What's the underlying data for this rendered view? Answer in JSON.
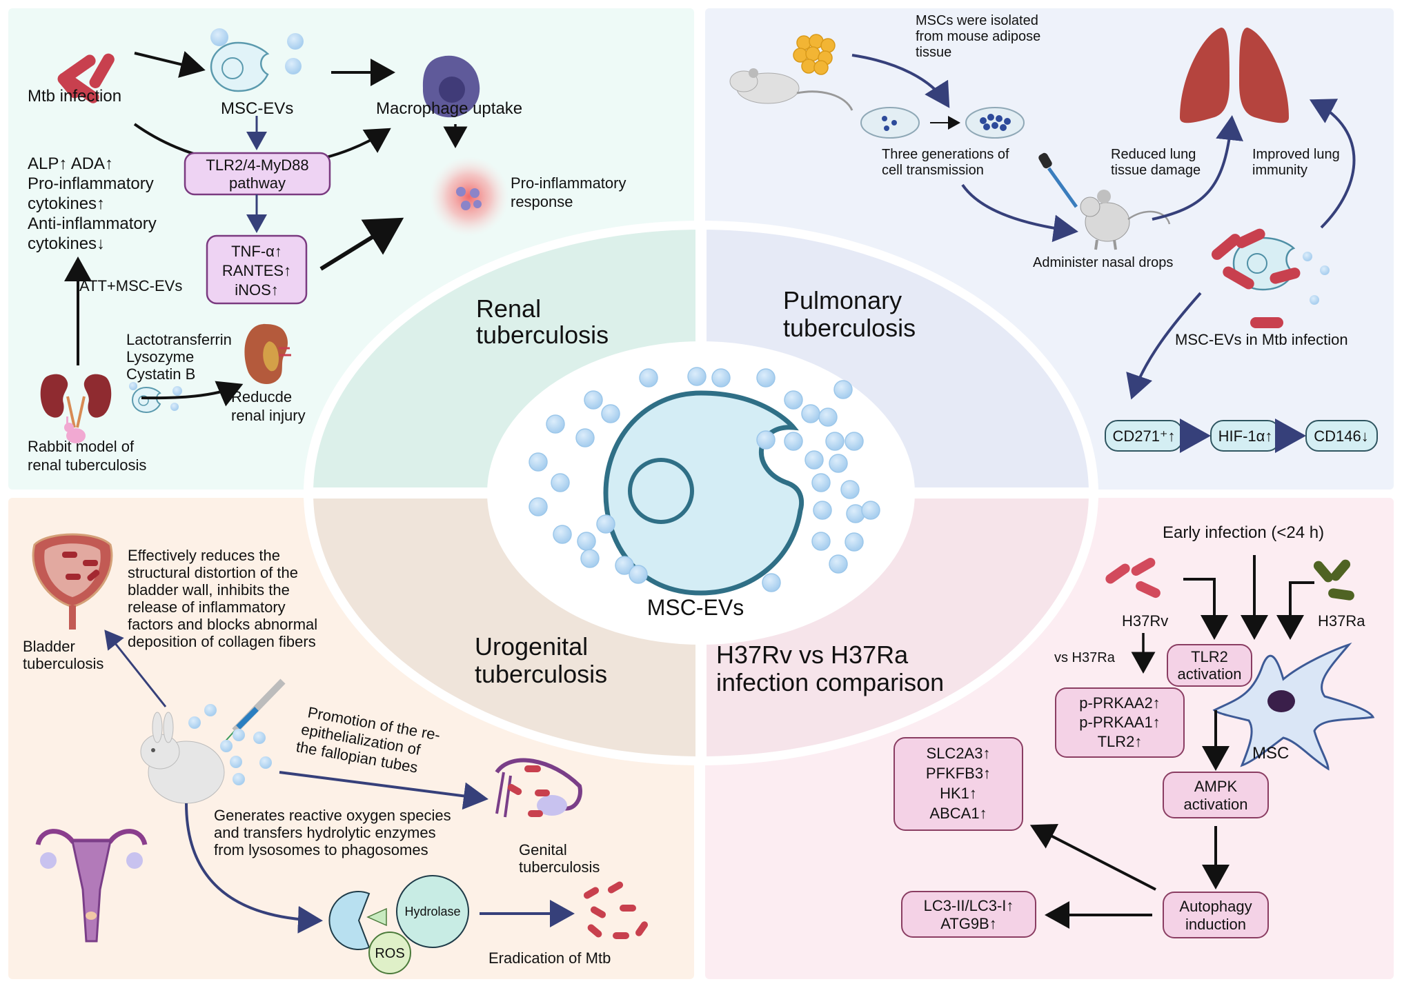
{
  "center": {
    "label": "MSC-EVs",
    "sectors": {
      "renal": [
        "Renal",
        "tuberculosis"
      ],
      "pulmonary": [
        "Pulmonary",
        "tuberculosis"
      ],
      "urogenital": [
        "Urogenital",
        "tuberculosis"
      ],
      "comparison": [
        "H37Rv vs H37Ra",
        "infection comparison"
      ]
    }
  },
  "colors": {
    "renal_bg": "#eefaf7",
    "pulmonary_bg": "#eef2fa",
    "urogenital_bg": "#fdf1e7",
    "comparison_bg": "#fcedf2",
    "blue_arrow": "#36407a",
    "mtb_red": "#c8404e",
    "h37ra_green": "#4f6323"
  },
  "renal": {
    "mtb_infection": "Mtb infection",
    "msc_evs": "MSC-EVs",
    "macrophage_uptake": "Macrophage uptake",
    "pathway_box": [
      "TLR2/4-MyD88",
      "pathway"
    ],
    "cytokine_box": [
      "TNF-α↑",
      "RANTES↑",
      "iNOS↑"
    ],
    "pro_inflammatory_response": [
      "Pro-inflammatory",
      "response"
    ],
    "markers": [
      "ALP↑    ADA↑",
      "Pro-inflammatory",
      "cytokines↑",
      "Anti-inflammatory",
      "cytokines↓"
    ],
    "treatment": "ATT+MSC-EVs",
    "proteins": [
      "Lactotransferrin",
      "Lysozyme",
      "Cystatin B"
    ],
    "reduce_injury": [
      "Reducde",
      "renal injury"
    ],
    "model": [
      "Rabbit model of",
      "renal tuberculosis"
    ]
  },
  "pulmonary": {
    "isolation": [
      "MSCs were isolated",
      "from mouse adipose",
      "tissue"
    ],
    "generations": [
      "Three generations of",
      "cell transmission"
    ],
    "nasal_drops": "Administer nasal drops",
    "reduced_damage": [
      "Reduced lung",
      "tissue damage"
    ],
    "improved_immunity": [
      "Improved lung",
      "immunity"
    ],
    "evs_in_infection": "MSC-EVs in Mtb infection",
    "marker_chain": [
      "CD271⁺↑",
      "HIF-1α↑",
      "CD146↓"
    ]
  },
  "urogenital": {
    "bladder_effect": [
      "Effectively reduces the",
      "structural distortion of the",
      "bladder wall, inhibits the",
      "release of inflammatory",
      "factors and blocks abnormal",
      "deposition of collagen fibers"
    ],
    "bladder_label": [
      "Bladder",
      "tuberculosis"
    ],
    "fallopian": [
      "Promotion of the re-",
      "epithelialization of",
      "the fallopian tubes"
    ],
    "ros_text": [
      "Generates reactive oxygen species",
      "and transfers hydrolytic enzymes",
      "from lysosomes to phagosomes"
    ],
    "genital_label": [
      "Genital",
      "tuberculosis"
    ],
    "hydrolase": "Hydrolase",
    "ros": "ROS",
    "eradication": "Eradication of Mtb"
  },
  "comparison": {
    "early_infection": "Early infection (<24 h)",
    "h37rv": "H37Rv",
    "h37ra": "H37Ra",
    "vs_h37ra": "vs H37Ra",
    "tlr2_box": [
      "TLR2",
      "activation"
    ],
    "prkaa_box": [
      "p-PRKAA2↑",
      "p-PRKAA1↑",
      "TLR2↑"
    ],
    "msc": "MSC",
    "ampk_box": [
      "AMPK",
      "activation"
    ],
    "glyco_box": [
      "SLC2A3↑",
      "PFKFB3↑",
      "HK1↑",
      "ABCA1↑"
    ],
    "autophagy_box": [
      "Autophagy",
      "induction"
    ],
    "lc3_box": [
      "LC3-II/LC3-I↑",
      "ATG9B↑"
    ]
  }
}
